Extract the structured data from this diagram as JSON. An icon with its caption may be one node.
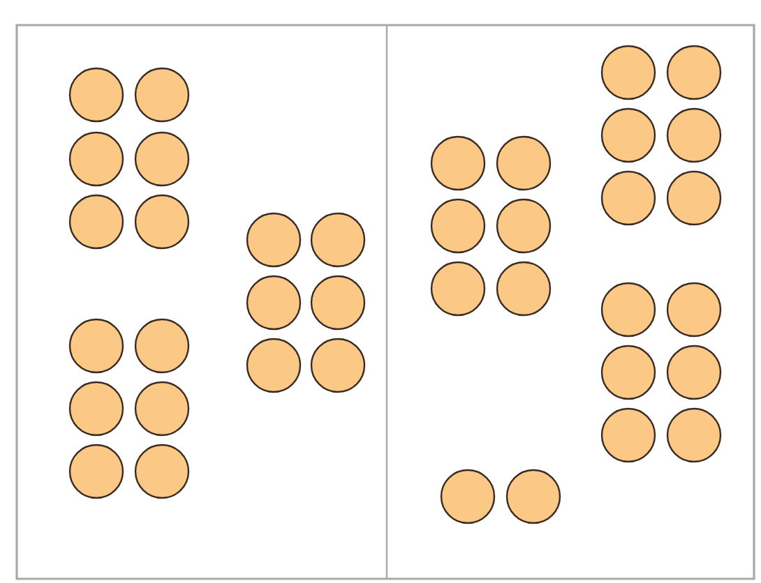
{
  "diagram": {
    "nodes": [
      {
        "text": [],
        "shape": "circle"
      },
      {
        "text": [],
        "shape": "circle"
      },
      {
        "text": [],
        "shape": "circle"
      },
      {
        "text": [],
        "shape": "circle"
      },
      {
        "text": [],
        "shape": "circle"
      },
      {
        "text": [],
        "shape": "circle"
      },
      {
        "text": [],
        "shape": "circle"
      },
      {
        "text": [],
        "shape": "circle"
      },
      {
        "text": [],
        "shape": "circle"
      },
      {
        "text": [],
        "shape": "circle"
      },
      {
        "text": [],
        "shape": "circle"
      },
      {
        "text": [],
        "shape": "circle"
      },
      {
        "text": [],
        "shape": "circle"
      },
      {
        "text": [],
        "shape": "circle"
      },
      {
        "text": [],
        "shape": "circle"
      },
      {
        "text": [],
        "shape": "circle"
      },
      {
        "text": [],
        "shape": "circle"
      },
      {
        "text": [],
        "shape": "circle"
      },
      {
        "text": [],
        "shape": "circle"
      },
      {
        "text": [],
        "shape": "circle"
      },
      {
        "text": [],
        "shape": "circle"
      },
      {
        "text": [],
        "shape": "circle"
      },
      {
        "text": [],
        "shape": "circle"
      },
      {
        "text": [],
        "shape": "circle"
      },
      {
        "text": [],
        "shape": "circle"
      },
      {
        "text": [],
        "shape": "circle"
      },
      {
        "text": [],
        "shape": "circle"
      },
      {
        "text": [],
        "shape": "circle"
      },
      {
        "text": [],
        "shape": "circle"
      },
      {
        "text": [],
        "shape": "circle"
      },
      {
        "text": [],
        "shape": "circle"
      },
      {
        "text": [],
        "shape": "circle"
      },
      {
        "text": [],
        "shape": "circle"
      },
      {
        "text": [],
        "shape": "circle"
      },
      {
        "text": [],
        "shape": "circle"
      },
      {
        "text": [],
        "shape": "circle"
      },
      {
        "text": [],
        "shape": "circle"
      },
      {
        "text": [],
        "shape": "circle"
      }
    ]
  }
}
